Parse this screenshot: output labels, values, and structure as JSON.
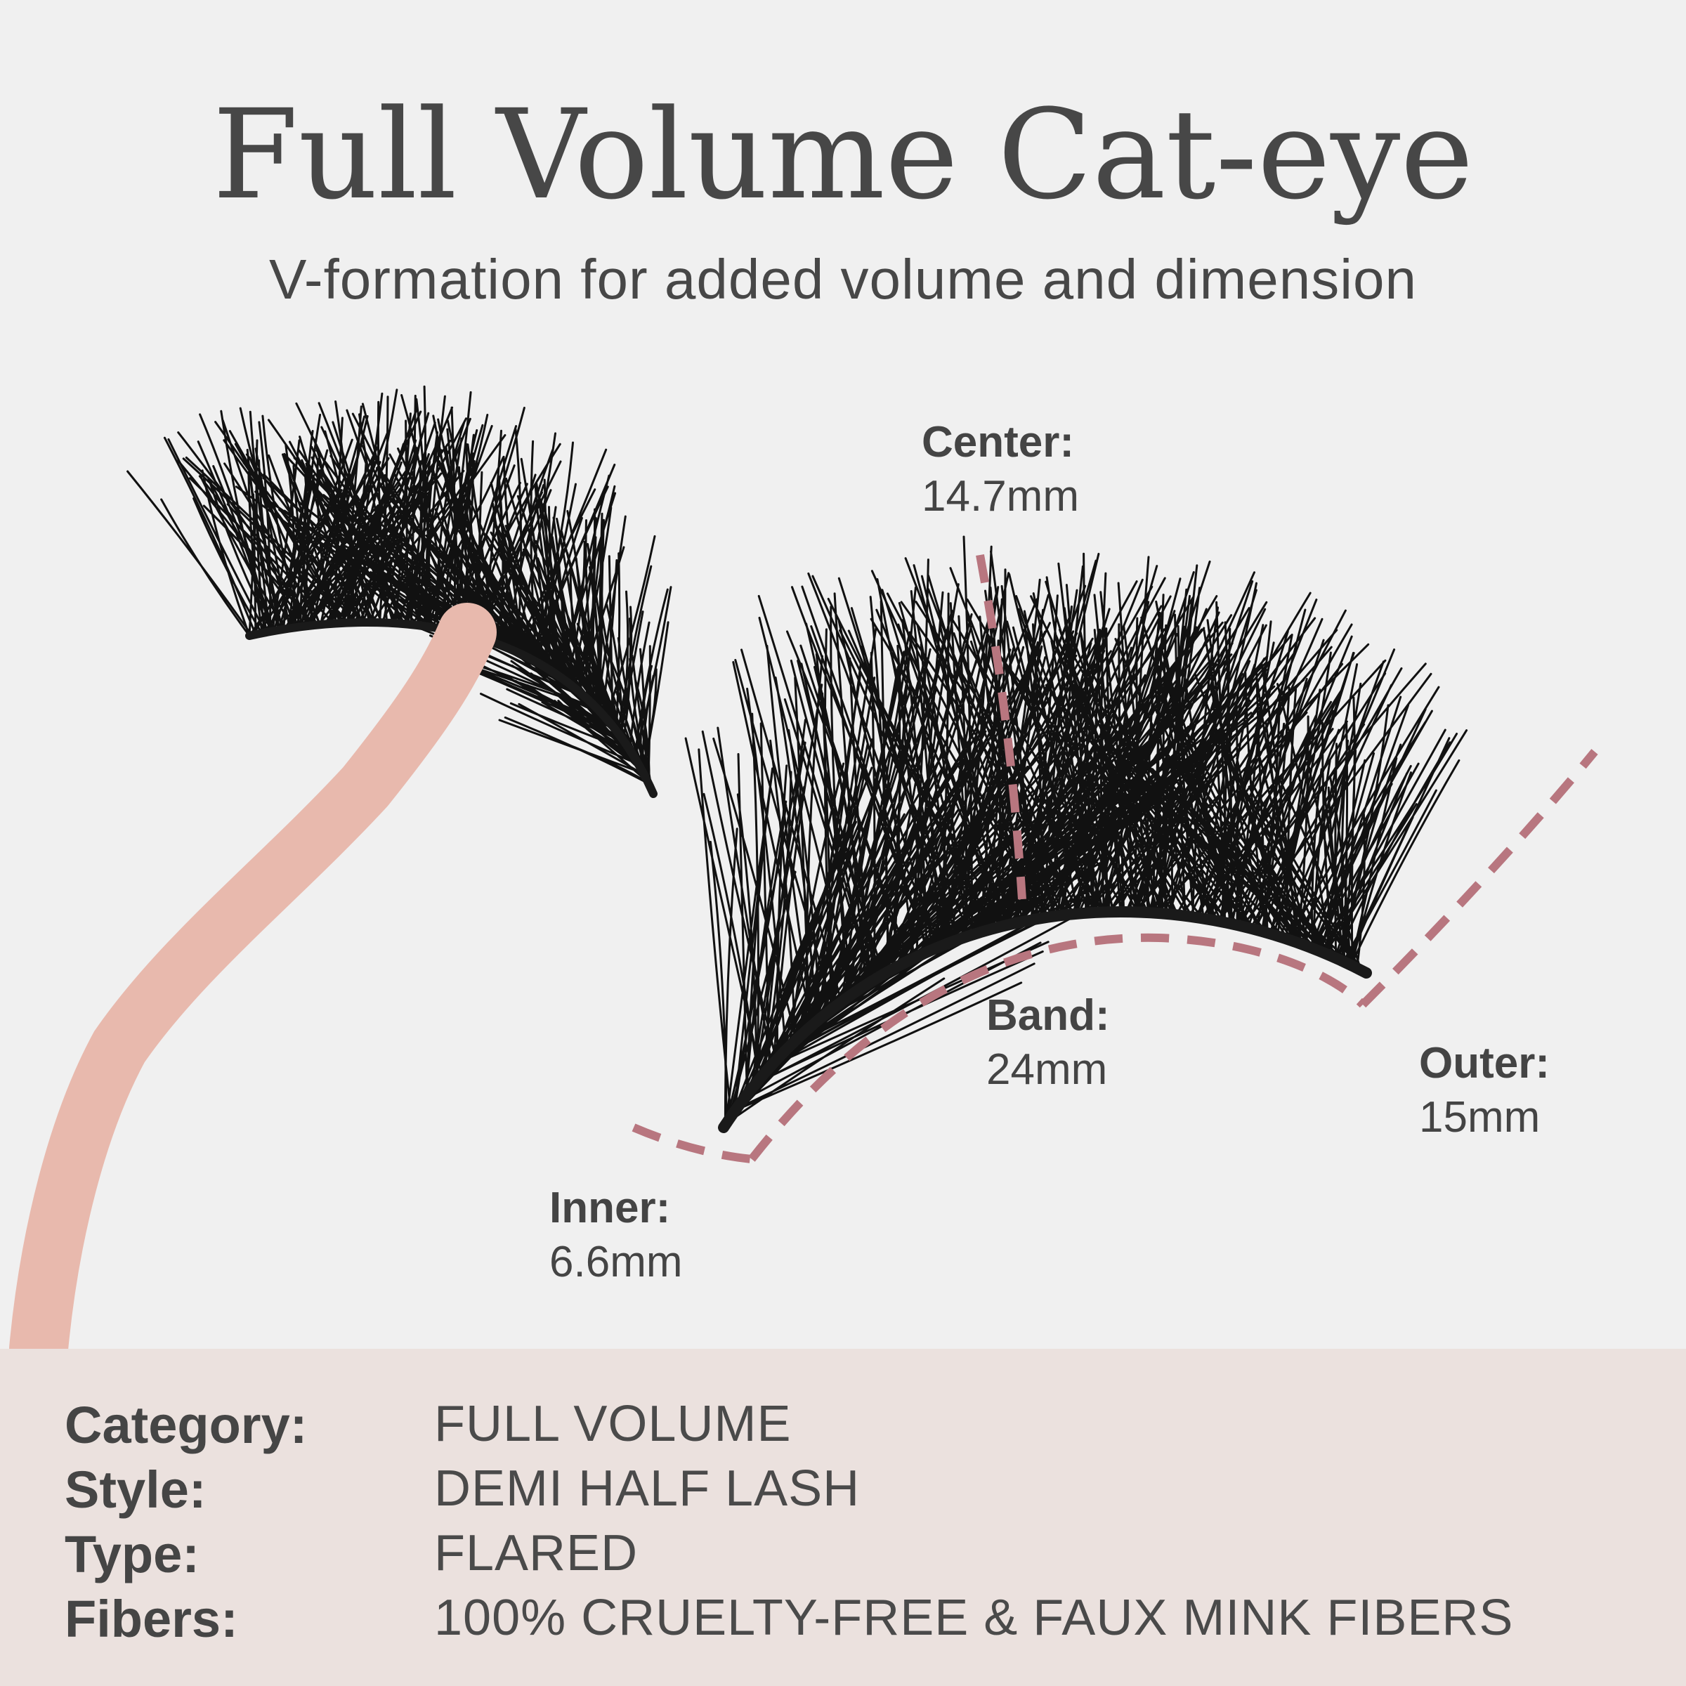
{
  "title": "Full Volume Cat-eye",
  "subtitle": "V-formation for added volume and dimension",
  "colors": {
    "background": "#f0f0f0",
    "panel": "#ebe1de",
    "text": "#444444",
    "dash": "#b8767f",
    "tweezer": "#e8b9ad",
    "lash": "#111111"
  },
  "measurements": {
    "center": {
      "label": "Center:",
      "value": "14.7mm"
    },
    "band": {
      "label": "Band:",
      "value": "24mm"
    },
    "outer": {
      "label": "Outer:",
      "value": "15mm"
    },
    "inner": {
      "label": "Inner:",
      "value": "6.6mm"
    }
  },
  "specs": [
    {
      "label": "Category:",
      "value": "FULL VOLUME"
    },
    {
      "label": "Style:",
      "value": "DEMI HALF LASH"
    },
    {
      "label": "Type:",
      "value": "FLARED"
    },
    {
      "label": "Fibers:",
      "value": "100% CRUELTY-FREE & FAUX MINK FIBERS"
    }
  ]
}
